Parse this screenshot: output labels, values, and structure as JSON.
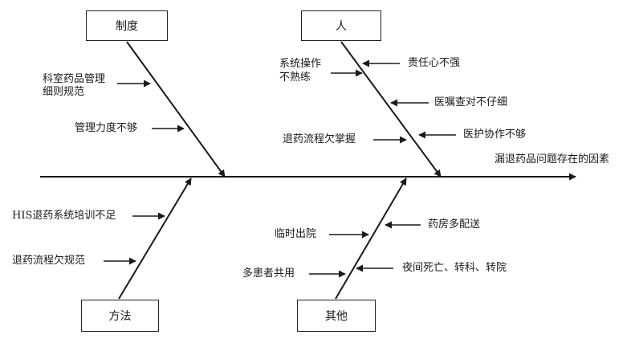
{
  "effect": "漏退药品问题存在的因素",
  "categories": {
    "system": "制度",
    "people": "人",
    "method": "方法",
    "other": "其他"
  },
  "causes": {
    "system": [
      "科室药品管理",
      "细则规范",
      "管理力度不够"
    ],
    "people": [
      "系统操作",
      "不熟练",
      "责任心不强",
      "医嘱查对不仔细",
      "退药流程欠掌握",
      "医护协作不够"
    ],
    "method": [
      "HIS退药系统培训不足",
      "退药流程欠规范"
    ],
    "other": [
      "临时出院",
      "药房多配送",
      "多患者共用",
      "夜间死亡、转科、转院"
    ]
  },
  "colors": {
    "line": "#1a1a1a",
    "text": "#1a1a1a",
    "background": "#ffffff"
  }
}
